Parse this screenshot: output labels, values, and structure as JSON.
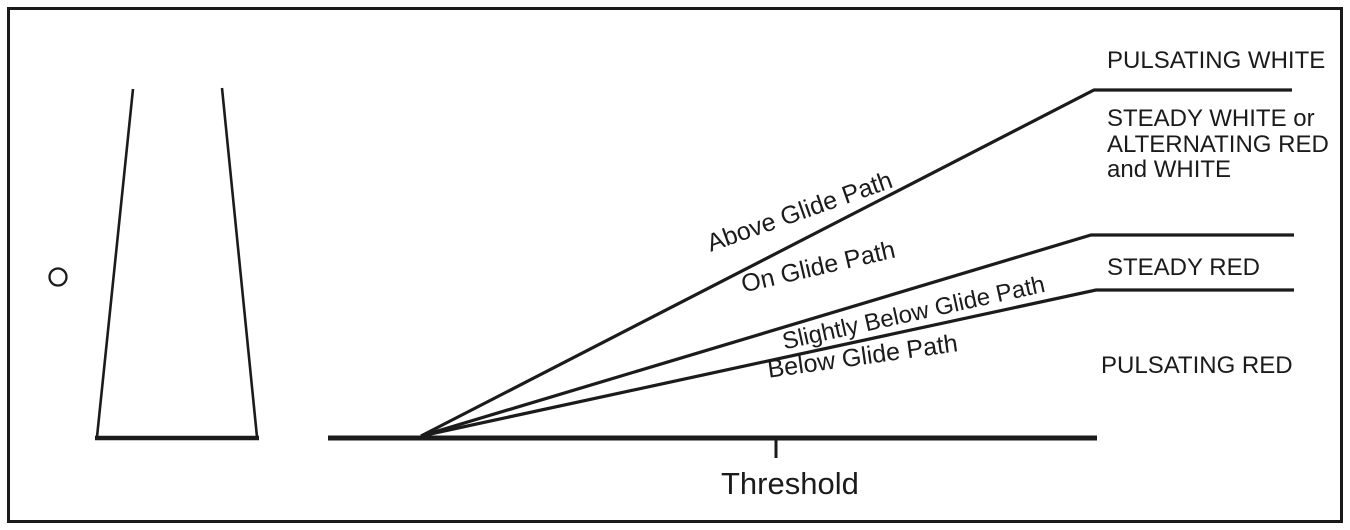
{
  "diagram": {
    "indications": {
      "pulsating_white": "PULSATING WHITE",
      "steady_white_line1": "STEADY WHITE or",
      "steady_white_line2": "ALTERNATING RED",
      "steady_white_line3": "and WHITE",
      "steady_red": "STEADY RED",
      "pulsating_red": "PULSATING RED"
    },
    "glide_path_labels": {
      "above": "Above Glide Path",
      "on": "On Glide Path",
      "slightly_below": "Slightly Below Glide Path",
      "below": "Below Glide Path"
    },
    "threshold_label": "Threshold",
    "colors": {
      "ink": "#1b1b1b",
      "background": "#ffffff"
    }
  }
}
